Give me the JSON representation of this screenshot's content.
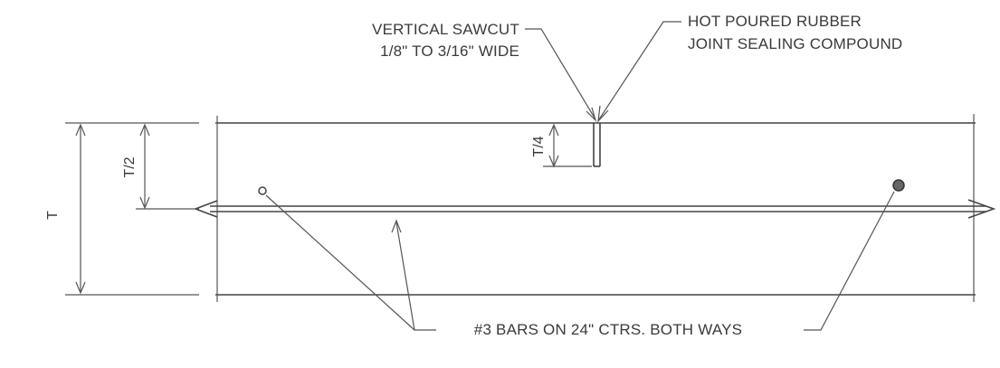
{
  "callouts": {
    "sawcut_line1": "VERTICAL SAWCUT",
    "sawcut_line2": "1/8\" TO 3/16\" WIDE",
    "sealant_line1": "HOT POURED RUBBER",
    "sealant_line2": "JOINT SEALING COMPOUND",
    "bars": "#3 BARS ON 24\" CTRS. BOTH WAYS"
  },
  "dimensions": {
    "total_thickness": "T",
    "half_thickness": "T/2",
    "quarter_thickness": "T/4"
  }
}
